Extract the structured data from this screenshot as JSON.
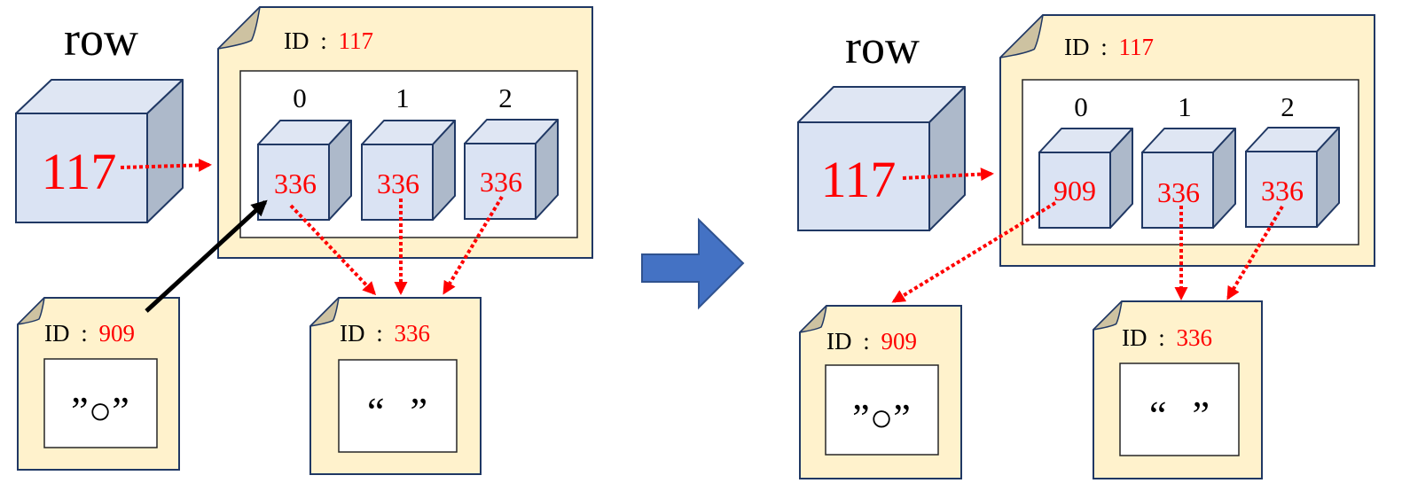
{
  "colors": {
    "note_fill": "#fff2cc",
    "note_fold": "#cdc2a1",
    "cube_front": "#dae3f3",
    "cube_side": "#adb9ca",
    "outline": "#203864",
    "reference_arrow": "#ff0000",
    "assignment_arrow": "#000000",
    "transition_arrow": "#4472c4"
  },
  "before": {
    "row": {
      "label": "row",
      "value": "117"
    },
    "array_object": {
      "id_label": "ID : ",
      "id": "117",
      "indices": [
        "0",
        "1",
        "2"
      ],
      "elements": [
        "336",
        "336",
        "336"
      ]
    },
    "object_909": {
      "id_label": "ID : ",
      "id": "909",
      "content": "”○”"
    },
    "object_336": {
      "id_label": "ID : ",
      "id": "336",
      "content": "“ ”"
    }
  },
  "after": {
    "row": {
      "label": "row",
      "value": "117"
    },
    "array_object": {
      "id_label": "ID : ",
      "id": "117",
      "indices": [
        "0",
        "1",
        "2"
      ],
      "elements": [
        "909",
        "336",
        "336"
      ]
    },
    "object_909": {
      "id_label": "ID : ",
      "id": "909",
      "content": "”○”"
    },
    "object_336": {
      "id_label": "ID : ",
      "id": "336",
      "content": "“ ”"
    }
  }
}
